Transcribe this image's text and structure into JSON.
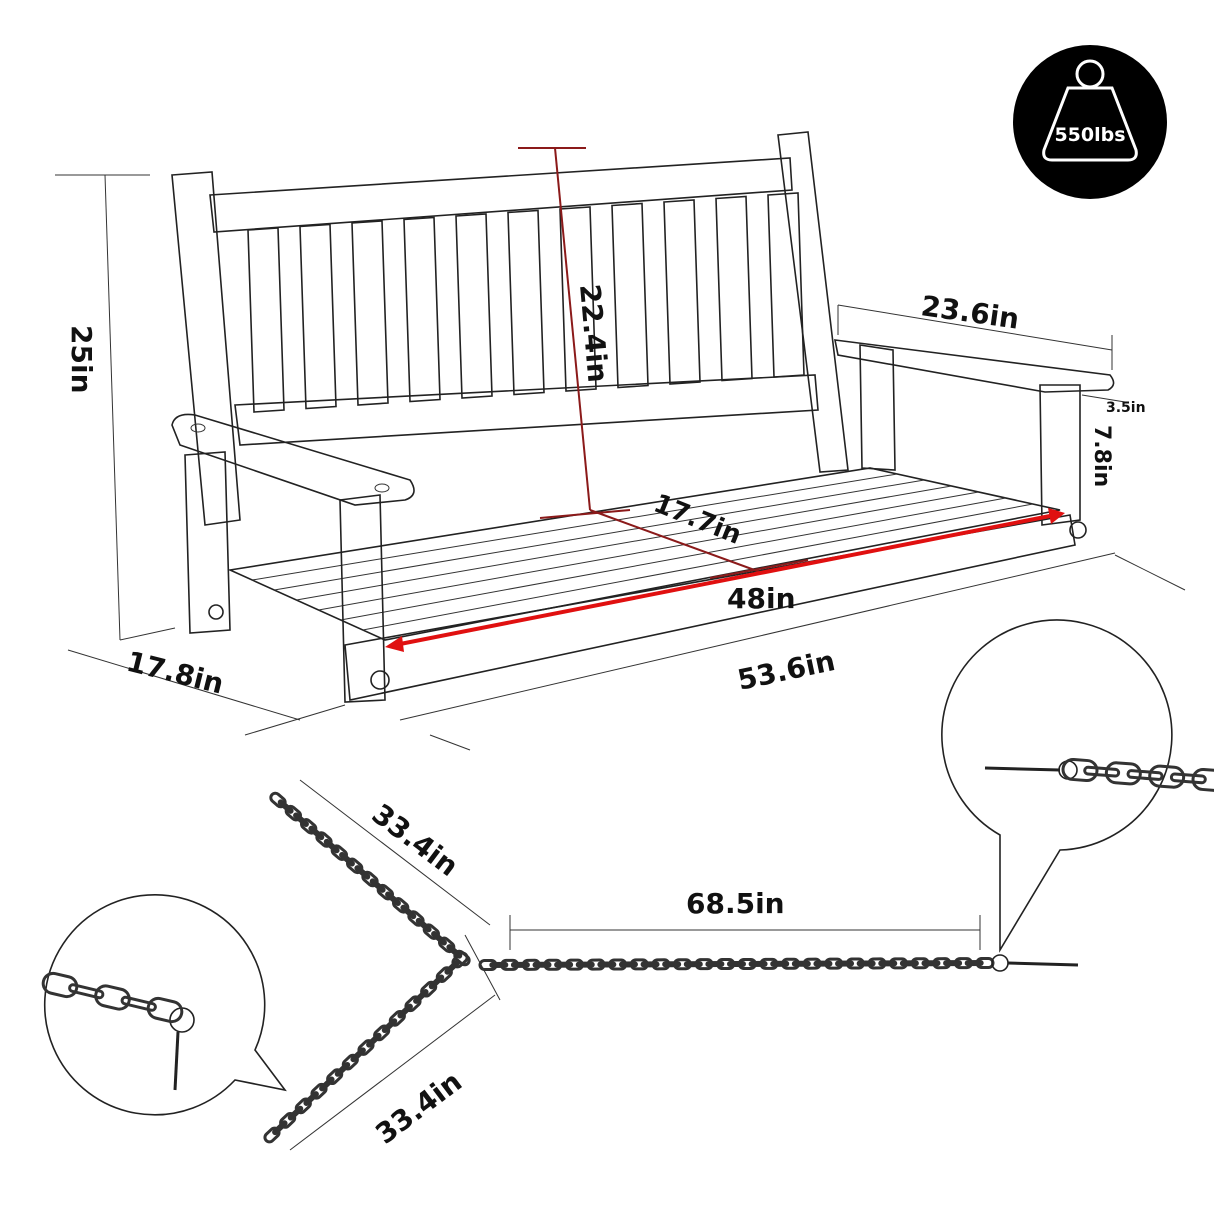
{
  "badge": {
    "capacity": "550lbs",
    "icon": "weight-icon",
    "background": "#000000",
    "foreground": "#ffffff"
  },
  "dimensions": {
    "bench_height": "25in",
    "back_height": "22.4in",
    "armrest_length": "23.6in",
    "armrest_width": "3.5in",
    "armrest_height": "7.8in",
    "seat_depth": "17.7in",
    "seat_width": "48in",
    "overall_depth": "17.8in",
    "overall_width": "53.6in",
    "chain_upper": "33.4in",
    "chain_lower": "33.4in",
    "chain_main": "68.5in"
  },
  "colors": {
    "highlight": "#e01010",
    "back_marker": "#8b1a1a",
    "line": "#222222"
  }
}
